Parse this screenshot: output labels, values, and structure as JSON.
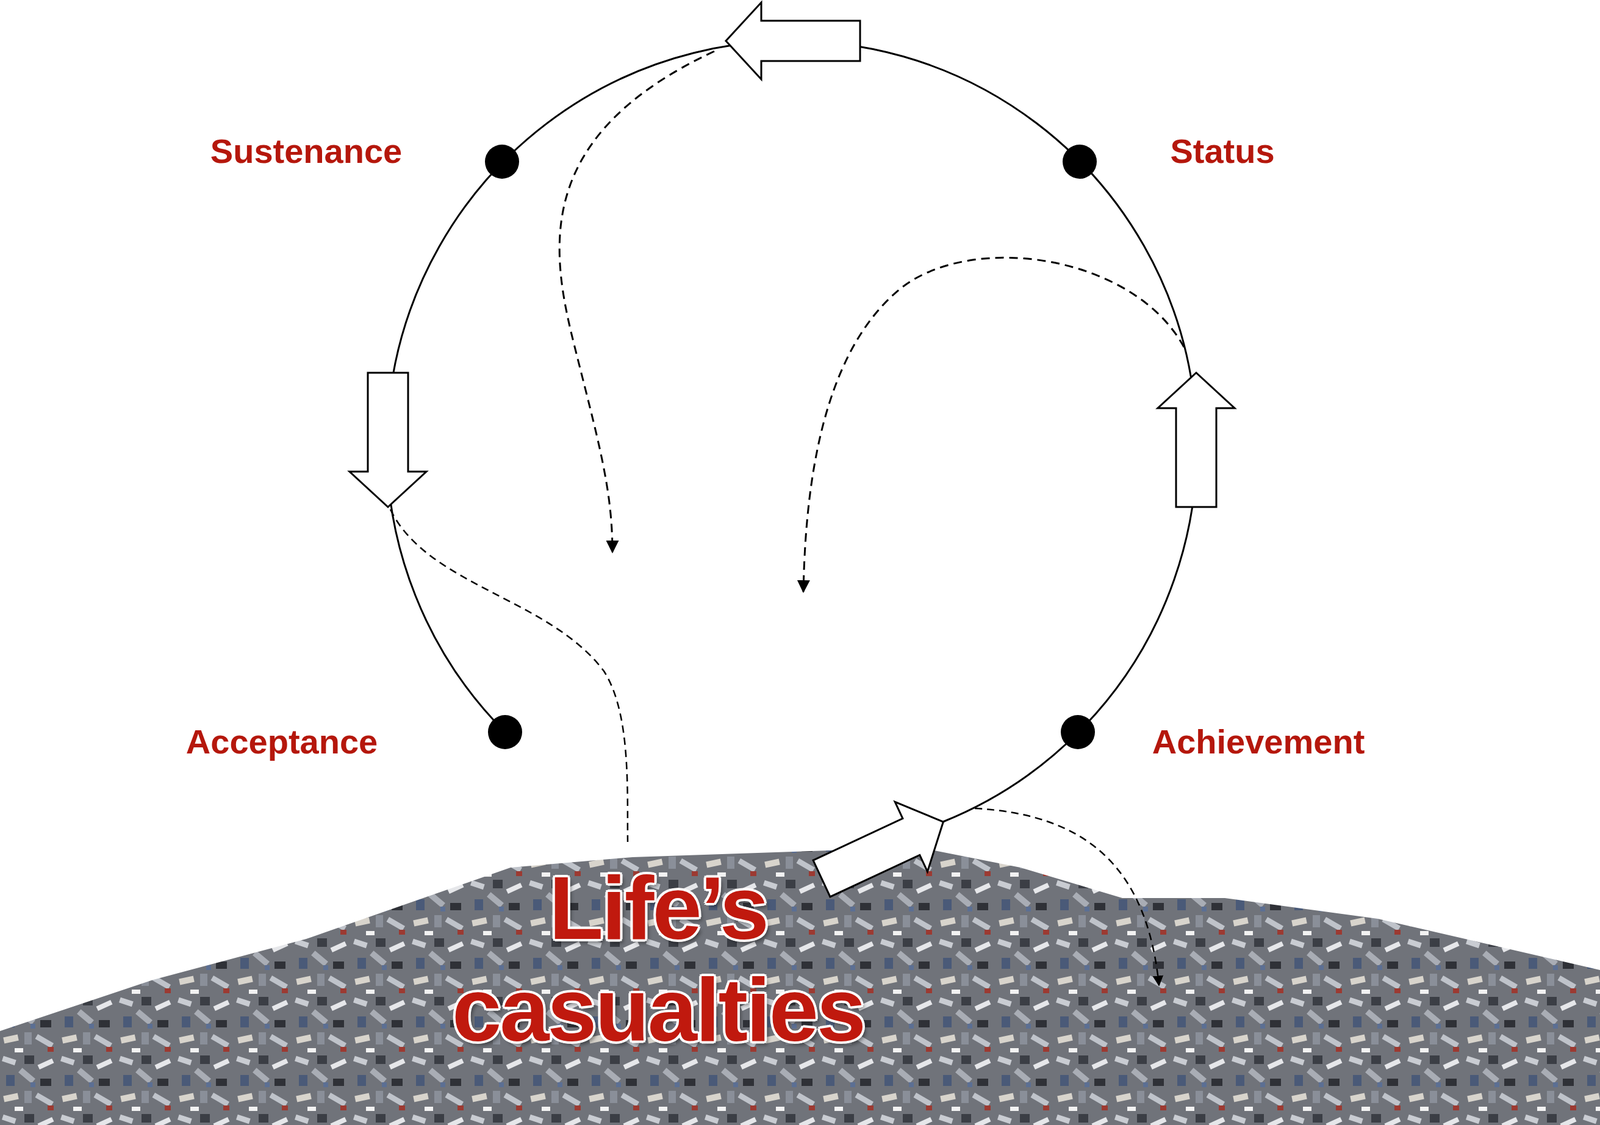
{
  "diagram": {
    "labels": [
      "Sustenance",
      "Status",
      "Acceptance",
      "Achievement",
      "Life’s casualties"
    ]
  }
}
